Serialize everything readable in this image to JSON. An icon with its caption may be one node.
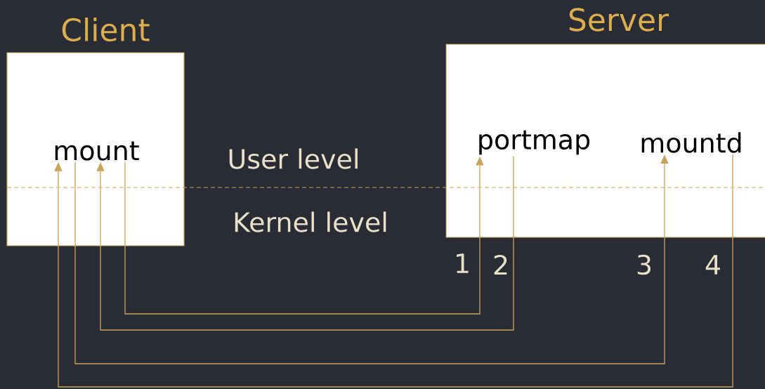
{
  "diagram": {
    "nodes": [
      {
        "text": [
          "Client"
        ]
      },
      {
        "text": [
          "mount"
        ],
        "in": 0
      },
      {
        "text": [
          "Server"
        ]
      },
      {
        "text": [
          "portmap"
        ],
        "in": 2
      },
      {
        "text": [
          "mountd"
        ],
        "in": 2
      }
    ],
    "edges": [
      {
        "from": 1,
        "to": 3,
        "arrow": "to",
        "label": "1"
      },
      {
        "from": 3,
        "to": 1,
        "arrow": "to",
        "label": "2"
      },
      {
        "from": 1,
        "to": 4,
        "arrow": "to",
        "label": "3"
      },
      {
        "from": 4,
        "to": 1,
        "arrow": "to",
        "label": "4"
      }
    ],
    "labels": [
      "User level",
      "Kernel level"
    ]
  }
}
